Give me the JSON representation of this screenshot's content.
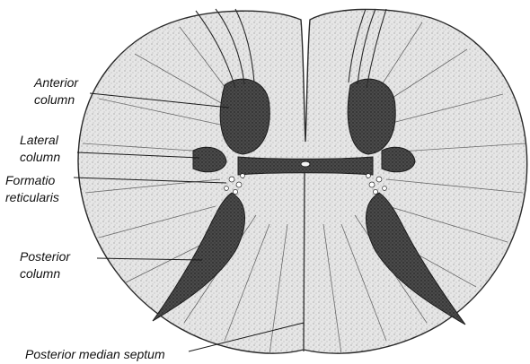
{
  "labels": {
    "anterior_column": [
      "Anterior",
      "column"
    ],
    "lateral_column": [
      "Lateral",
      "column"
    ],
    "formatio_reticularis": [
      "Formatio",
      "reticularis"
    ],
    "posterior_column": [
      "Posterior",
      "column"
    ],
    "posterior_median_septum": "Posterior median septum"
  },
  "colors": {
    "white_matter": "#e4e4e4",
    "outline": "#2a2a2a",
    "grey_matter": "#3a3a3a",
    "leader_line": "#1a1a1a"
  }
}
